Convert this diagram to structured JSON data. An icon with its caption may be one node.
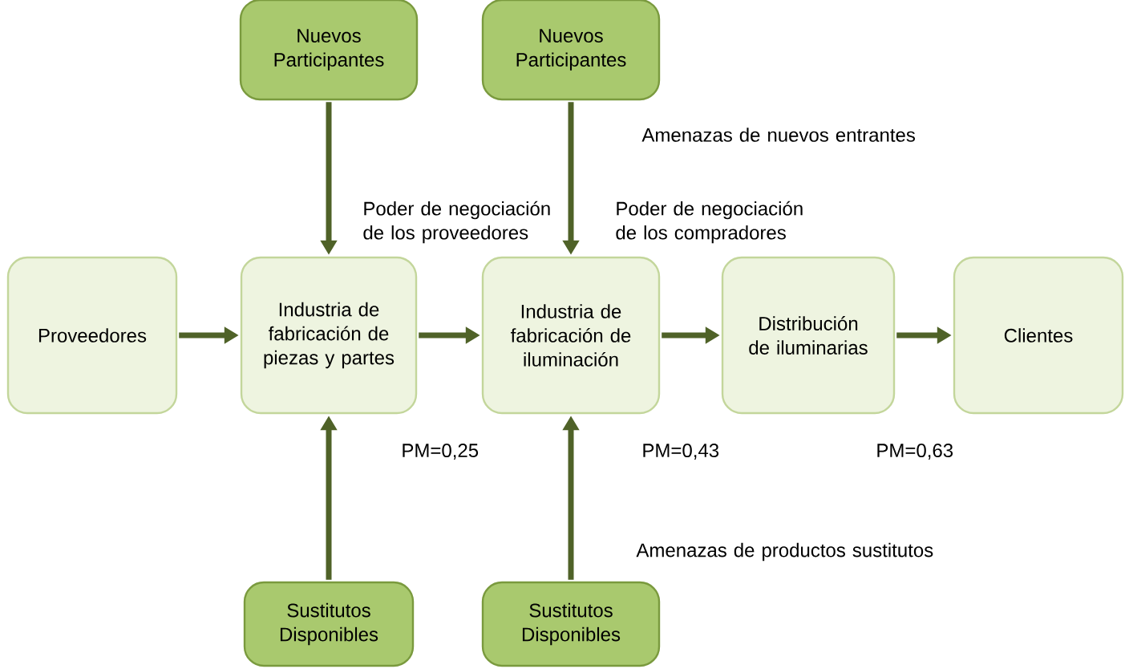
{
  "diagram": {
    "nodes": [
      {
        "text": [
          "Nuevos Participantes"
        ]
      },
      {
        "text": [
          "Nuevos Participantes"
        ]
      },
      {
        "text": [
          "Proveedores"
        ]
      },
      {
        "text": [
          "Industria de fabricación de piezas y partes"
        ]
      },
      {
        "text": [
          "Industria de fabricación de iluminación"
        ]
      },
      {
        "text": [
          "Distribución de iluminarias"
        ]
      },
      {
        "text": [
          "Clientes"
        ]
      },
      {
        "text": [
          "Sustitutos Disponibles"
        ]
      },
      {
        "text": [
          "Sustitutos Disponibles"
        ]
      }
    ],
    "edges": [
      {
        "from": 0,
        "to": 3,
        "arrow": "to"
      },
      {
        "from": 1,
        "to": 4,
        "arrow": "to"
      },
      {
        "from": 2,
        "to": 3,
        "arrow": "to"
      },
      {
        "from": 3,
        "to": 4,
        "arrow": "to"
      },
      {
        "from": 4,
        "to": 5,
        "arrow": "to"
      },
      {
        "from": 5,
        "to": 6,
        "arrow": "to"
      },
      {
        "from": 7,
        "to": 3,
        "arrow": "to"
      },
      {
        "from": 8,
        "to": 4,
        "arrow": "to"
      }
    ],
    "labels": [
      "Amenazas de nuevos entrantes",
      "Poder de negociación de los proveedores",
      "Poder de negociación de los compradores",
      "PM=0,25",
      "PM=0,43",
      "PM=0,63",
      "Amenazas de productos sustitutos"
    ]
  }
}
